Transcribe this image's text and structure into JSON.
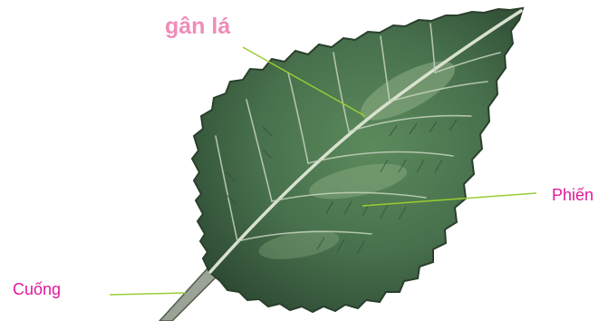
{
  "labels": {
    "vein": "gân lá",
    "blade": "Phiến",
    "petiole": "Cuống"
  },
  "colors": {
    "vein_label": "#f08cb8",
    "part_label": "#e0199b",
    "pointer_line": "#9acd32",
    "leaf_dark": "#2f4b34",
    "leaf_mid": "#4f7652",
    "leaf_light": "#8faf86",
    "midrib": "#d9e2cf",
    "petiole": "#9ba397"
  },
  "icons": {
    "leaf": "serrated-leaf-illustration"
  }
}
